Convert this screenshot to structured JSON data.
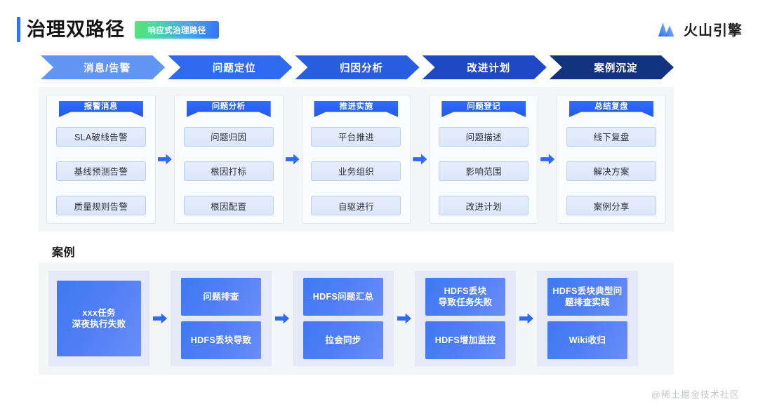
{
  "header": {
    "title": "治理双路径",
    "badge": "响应式治理路径",
    "brand": "火山引擎",
    "accent_color": "#3370ff",
    "badge_gradient": [
      "#5ce07a",
      "#3573f0"
    ]
  },
  "ribbon": {
    "steps": [
      {
        "label": "消息/告警",
        "color": "#6296f5"
      },
      {
        "label": "问题定位",
        "color": "#2f6bf0"
      },
      {
        "label": "归因分析",
        "color": "#2a5ee0"
      },
      {
        "label": "改进计划",
        "color": "#1f49c4"
      },
      {
        "label": "案例沉淀",
        "color": "#14337f"
      }
    ]
  },
  "flow": {
    "arrow_color": "#2f6bf0",
    "cards": [
      {
        "header": "报警消息",
        "items": [
          "SLA破线告警",
          "基线预测告警",
          "质量规则告警"
        ]
      },
      {
        "header": "问题分析",
        "items": [
          "问题归因",
          "根因打标",
          "根因配置"
        ]
      },
      {
        "header": "推进实施",
        "items": [
          "平台推进",
          "业务组织",
          "自驱进行"
        ]
      },
      {
        "header": "问题登记",
        "items": [
          "问题描述",
          "影响范围",
          "改进计划"
        ]
      },
      {
        "header": "总结复盘",
        "items": [
          "线下复盘",
          "解决方案",
          "案例分享"
        ]
      }
    ]
  },
  "cases": {
    "section_title": "案例",
    "arrow_color": "#2f6bf0",
    "columns": [
      {
        "blocks": [
          "xxx任务\n深夜执行失败"
        ],
        "tall": true
      },
      {
        "blocks": [
          "问题排查",
          "HDFS丢块导致"
        ],
        "tall": false
      },
      {
        "blocks": [
          "HDFS问题汇总",
          "拉会同步"
        ],
        "tall": false
      },
      {
        "blocks": [
          "HDFS丢块\n导致任务失败",
          "HDFS增加监控"
        ],
        "tall": false
      },
      {
        "blocks": [
          "HDFS丢块典型问\n题排查实践",
          "Wiki收归"
        ],
        "tall": false
      }
    ]
  },
  "watermark": "@稀土掘金技术社区"
}
